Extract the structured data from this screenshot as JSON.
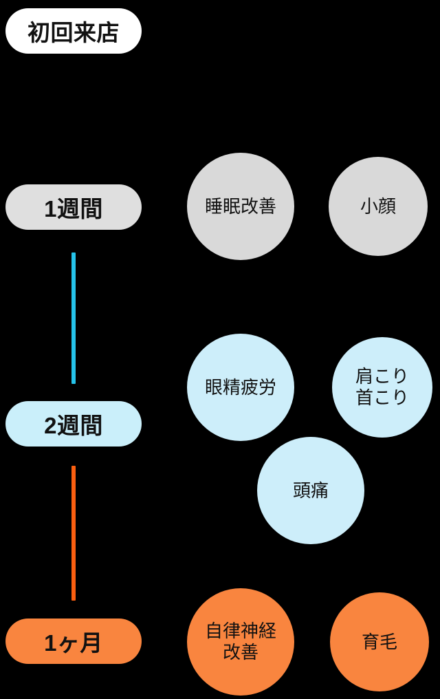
{
  "background_color": "#000000",
  "timeline": {
    "pills": [
      {
        "id": "initial-visit",
        "label": "初回来店",
        "color": "#FFFFFF"
      },
      {
        "id": "week-1",
        "label": "1週間",
        "color": "#DFDFDF"
      },
      {
        "id": "week-2",
        "label": "2週間",
        "color": "#CAEFFA"
      },
      {
        "id": "month-1",
        "label": "1ヶ月",
        "color": "#F9853F"
      }
    ],
    "connectors": [
      {
        "id": "week1-to-week2",
        "color": "#25C3EA"
      },
      {
        "id": "week2-to-month1",
        "color": "#FA5F10"
      }
    ]
  },
  "effects": {
    "stage_1": {
      "stage_color": "#D9D9D9",
      "items": [
        {
          "id": "sleep-improvement",
          "label": "睡眠改善"
        },
        {
          "id": "small-face",
          "label": "小顔"
        }
      ]
    },
    "stage_2": {
      "stage_color": "#CDEEFA",
      "items": [
        {
          "id": "eye-strain",
          "label": "眼精疲労"
        },
        {
          "id": "shoulder-neck-stiffness",
          "line1": "肩こり",
          "line2": "首こり"
        },
        {
          "id": "headache",
          "label": "頭痛"
        }
      ]
    },
    "stage_3": {
      "stage_color": "#F9853F",
      "items": [
        {
          "id": "autonomic-nerve-improvement",
          "line1": "自律神経",
          "line2": "改善"
        },
        {
          "id": "hair-growth",
          "label": "育毛"
        }
      ]
    }
  }
}
